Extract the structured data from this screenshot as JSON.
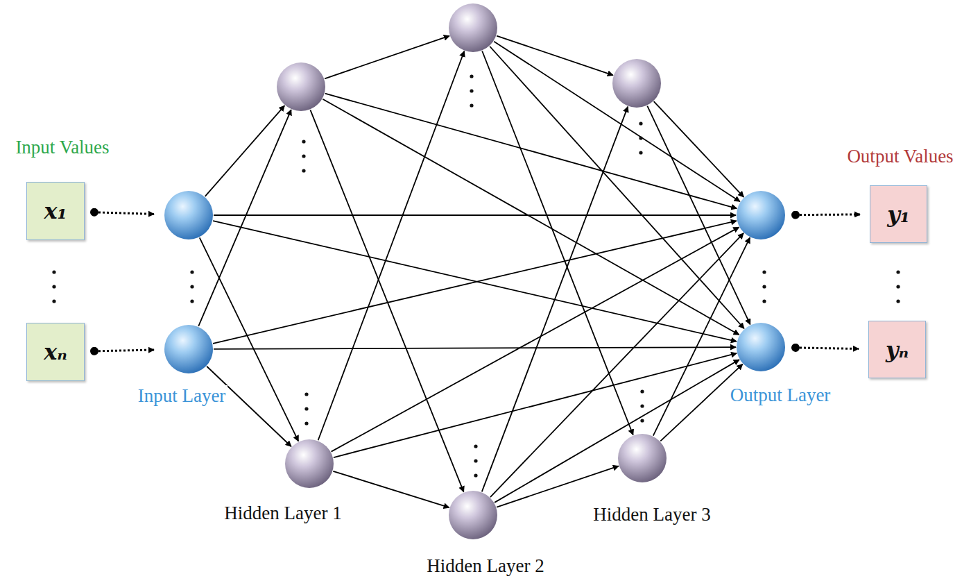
{
  "diagram": {
    "nodes": [
      {
        "text": [
          "x₁"
        ]
      },
      {
        "text": [
          "xₙ"
        ]
      },
      {
        "text": []
      },
      {
        "text": [
          "Input Layer"
        ]
      },
      {
        "text": []
      },
      {
        "text": [
          "Hidden Layer 1"
        ]
      },
      {
        "text": []
      },
      {
        "text": [
          "Hidden Layer 2"
        ]
      },
      {
        "text": []
      },
      {
        "text": [
          "Hidden Layer 3"
        ]
      },
      {
        "text": []
      },
      {
        "text": [
          "Output Layer"
        ]
      },
      {
        "text": [
          "y₁"
        ]
      },
      {
        "text": [
          "yₙ"
        ]
      }
    ],
    "edges": [
      {
        "from": 0,
        "to": 2,
        "arrow": "to"
      },
      {
        "from": 1,
        "to": 3,
        "arrow": "to"
      },
      {
        "from": 2,
        "to": 4,
        "arrow": "to"
      },
      {
        "from": 2,
        "to": 5,
        "arrow": "to"
      },
      {
        "from": 3,
        "to": 4,
        "arrow": "to"
      },
      {
        "from": 3,
        "to": 5,
        "arrow": "to"
      },
      {
        "from": 2,
        "to": 10,
        "arrow": "to"
      },
      {
        "from": 2,
        "to": 11,
        "arrow": "to"
      },
      {
        "from": 3,
        "to": 10,
        "arrow": "to"
      },
      {
        "from": 3,
        "to": 11,
        "arrow": "to"
      },
      {
        "from": 4,
        "to": 6,
        "arrow": "to"
      },
      {
        "from": 4,
        "to": 7,
        "arrow": "to"
      },
      {
        "from": 5,
        "to": 6,
        "arrow": "to"
      },
      {
        "from": 5,
        "to": 7,
        "arrow": "to"
      },
      {
        "from": 4,
        "to": 10,
        "arrow": "to"
      },
      {
        "from": 4,
        "to": 11,
        "arrow": "to"
      },
      {
        "from": 5,
        "to": 10,
        "arrow": "to"
      },
      {
        "from": 5,
        "to": 11,
        "arrow": "to"
      },
      {
        "from": 6,
        "to": 8,
        "arrow": "to"
      },
      {
        "from": 6,
        "to": 9,
        "arrow": "to"
      },
      {
        "from": 7,
        "to": 8,
        "arrow": "to"
      },
      {
        "from": 7,
        "to": 9,
        "arrow": "to"
      },
      {
        "from": 6,
        "to": 10,
        "arrow": "to"
      },
      {
        "from": 6,
        "to": 11,
        "arrow": "to"
      },
      {
        "from": 7,
        "to": 10,
        "arrow": "to"
      },
      {
        "from": 7,
        "to": 11,
        "arrow": "to"
      },
      {
        "from": 8,
        "to": 10,
        "arrow": "to"
      },
      {
        "from": 8,
        "to": 11,
        "arrow": "to"
      },
      {
        "from": 9,
        "to": 10,
        "arrow": "to"
      },
      {
        "from": 9,
        "to": 11,
        "arrow": "to"
      },
      {
        "from": 10,
        "to": 12,
        "arrow": "to"
      },
      {
        "from": 11,
        "to": 13,
        "arrow": "to"
      }
    ],
    "labels": [
      "Input Values",
      "Output Values"
    ]
  }
}
